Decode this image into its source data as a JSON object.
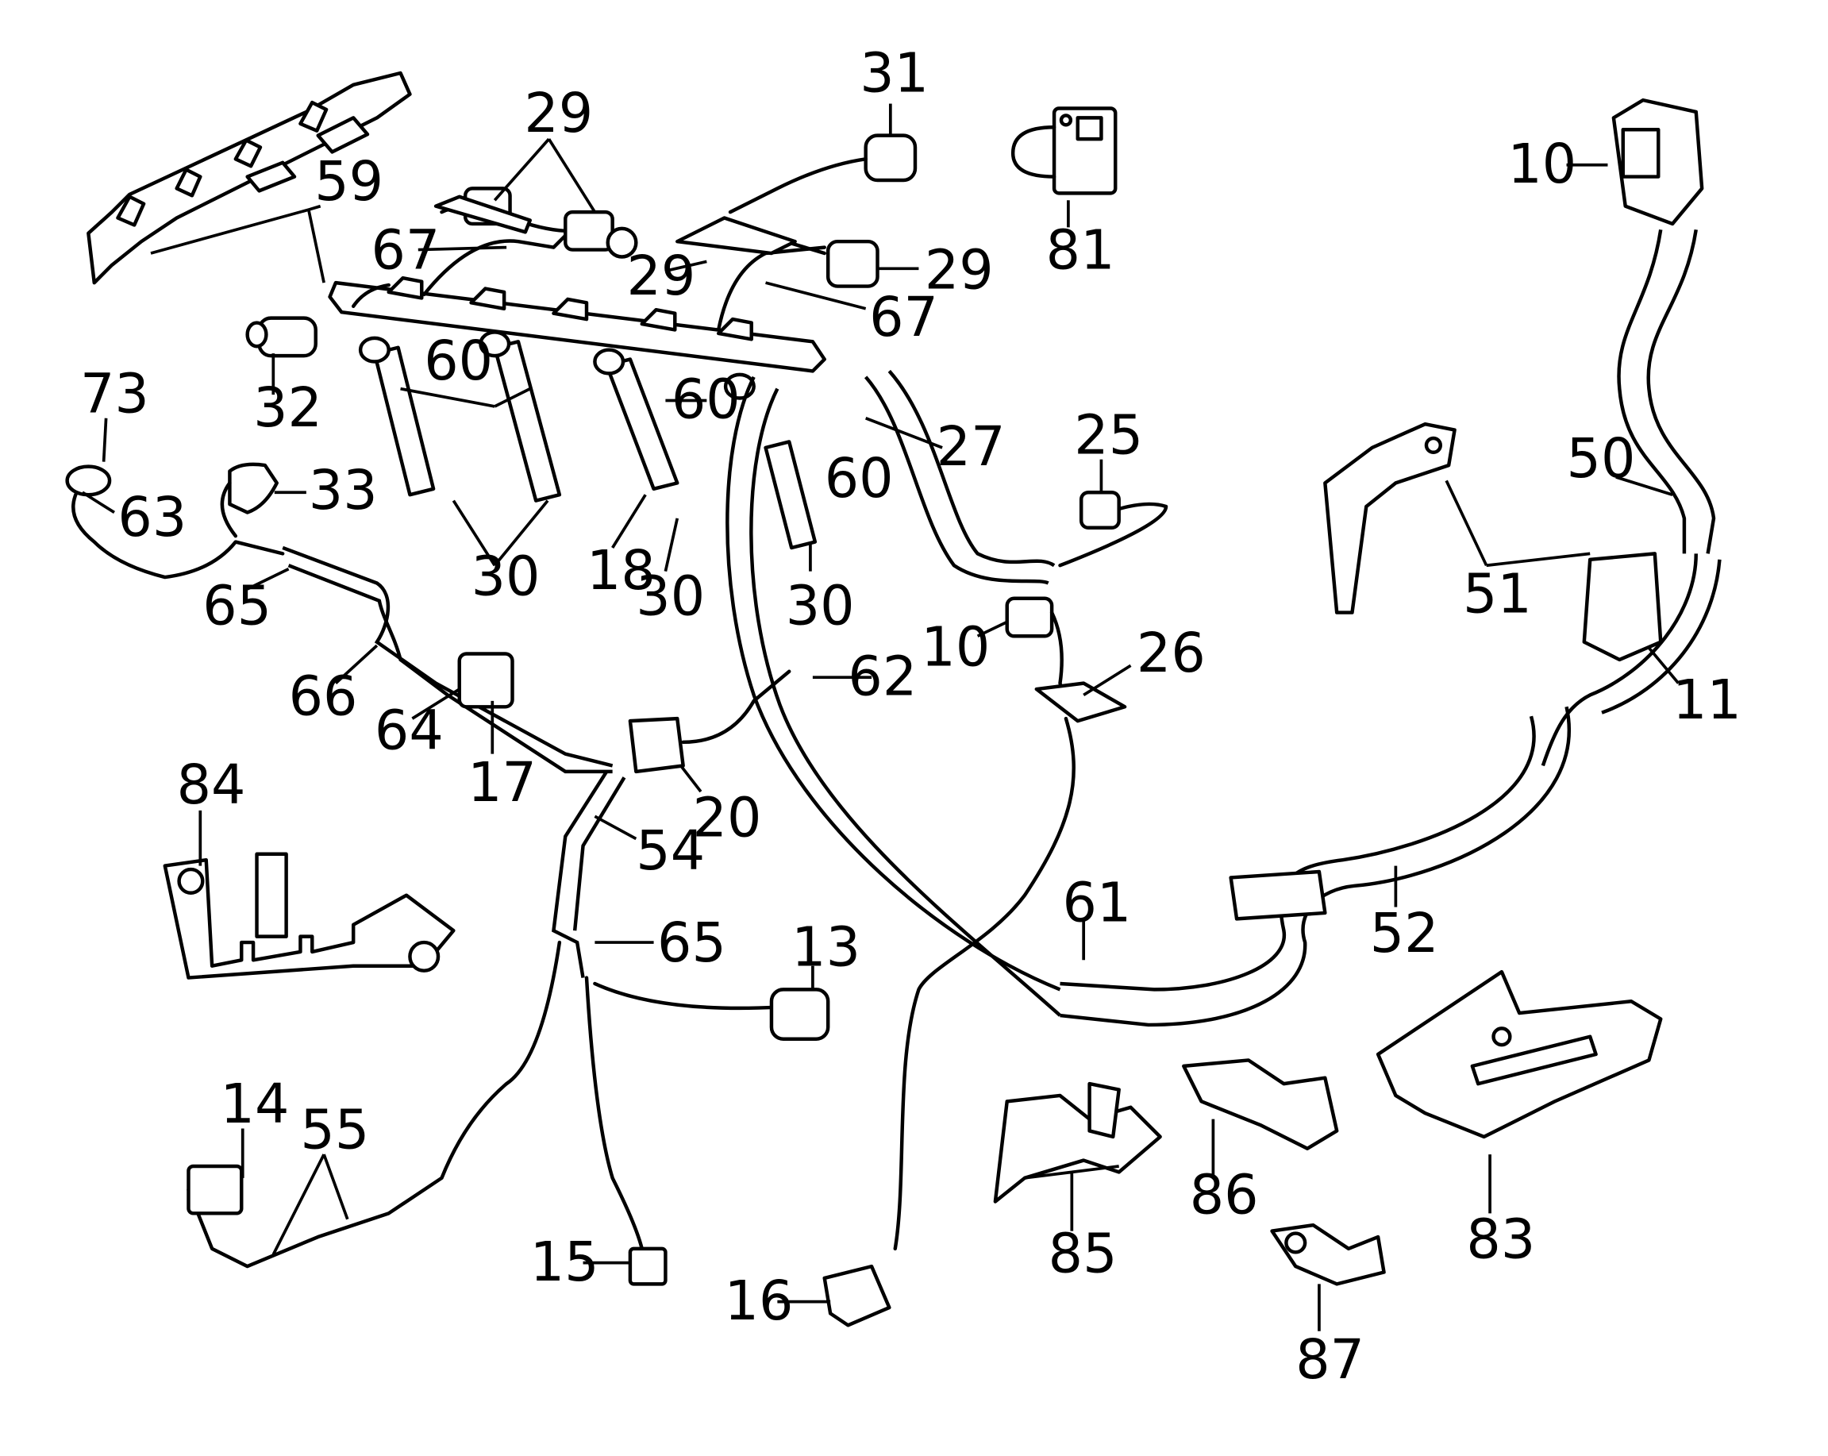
{
  "callouts": [
    {
      "id": "c59",
      "label": "59"
    },
    {
      "id": "c29a",
      "label": "29"
    },
    {
      "id": "c31",
      "label": "31"
    },
    {
      "id": "c81",
      "label": "81"
    },
    {
      "id": "c10a",
      "label": "10"
    },
    {
      "id": "c67a",
      "label": "67"
    },
    {
      "id": "c29b",
      "label": "29"
    },
    {
      "id": "c29c",
      "label": "29"
    },
    {
      "id": "c67b",
      "label": "67"
    },
    {
      "id": "c60a",
      "label": "60"
    },
    {
      "id": "c60b",
      "label": "60"
    },
    {
      "id": "c32",
      "label": "32"
    },
    {
      "id": "c73",
      "label": "73"
    },
    {
      "id": "c27",
      "label": "27"
    },
    {
      "id": "c25",
      "label": "25"
    },
    {
      "id": "c50",
      "label": "50"
    },
    {
      "id": "c63",
      "label": "63"
    },
    {
      "id": "c33",
      "label": "33"
    },
    {
      "id": "c60c",
      "label": "60"
    },
    {
      "id": "c30a",
      "label": "30"
    },
    {
      "id": "c18",
      "label": "18"
    },
    {
      "id": "c30b",
      "label": "30"
    },
    {
      "id": "c30c",
      "label": "30"
    },
    {
      "id": "c65a",
      "label": "65"
    },
    {
      "id": "c51",
      "label": "51"
    },
    {
      "id": "c10b",
      "label": "10"
    },
    {
      "id": "c26",
      "label": "26"
    },
    {
      "id": "c62",
      "label": "62"
    },
    {
      "id": "c11",
      "label": "11"
    },
    {
      "id": "c66",
      "label": "66"
    },
    {
      "id": "c64",
      "label": "64"
    },
    {
      "id": "c17",
      "label": "17"
    },
    {
      "id": "c84",
      "label": "84"
    },
    {
      "id": "c20",
      "label": "20"
    },
    {
      "id": "c54",
      "label": "54"
    },
    {
      "id": "c61",
      "label": "61"
    },
    {
      "id": "c52",
      "label": "52"
    },
    {
      "id": "c65b",
      "label": "65"
    },
    {
      "id": "c13",
      "label": "13"
    },
    {
      "id": "c14",
      "label": "14"
    },
    {
      "id": "c55",
      "label": "55"
    },
    {
      "id": "c86",
      "label": "86"
    },
    {
      "id": "c85",
      "label": "85"
    },
    {
      "id": "c83",
      "label": "83"
    },
    {
      "id": "c15",
      "label": "15"
    },
    {
      "id": "c16",
      "label": "16"
    },
    {
      "id": "c87",
      "label": "87"
    }
  ]
}
